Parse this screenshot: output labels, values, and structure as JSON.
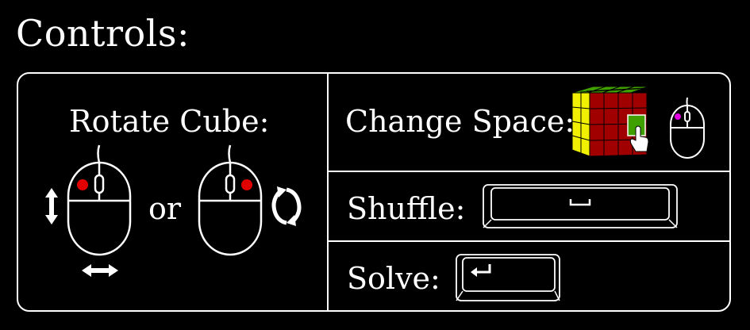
{
  "title": "Controls:",
  "sections": {
    "rotate": {
      "label": "Rotate Cube:",
      "or": "or",
      "left_mouse_button": "left",
      "right_mouse_button": "right"
    },
    "change_space": {
      "label": "Change Space:",
      "mouse_button": "left"
    },
    "shuffle": {
      "label": "Shuffle:",
      "key": "space-key-icon"
    },
    "solve": {
      "label": "Solve:",
      "key": "enter-key-icon"
    }
  },
  "colors": {
    "background": "#000000",
    "foreground": "#ffffff",
    "button_highlight": "#e00000",
    "change_space_button": "#e000e0",
    "cube_red": "#a00000",
    "cube_yellow": "#f0f000",
    "cube_green": "#40a000"
  }
}
